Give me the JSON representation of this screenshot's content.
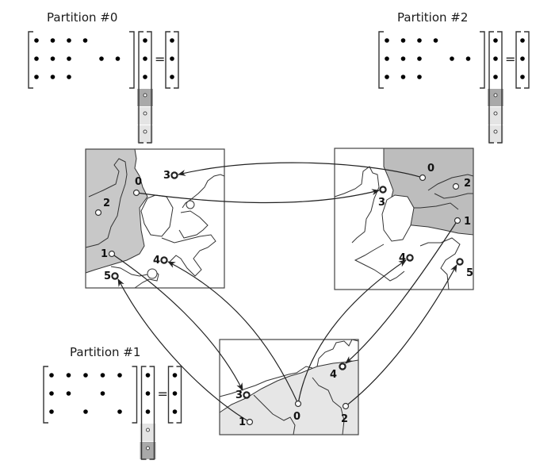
{
  "figure": {
    "description": "Distributed sparse matrix-vector product across three graph/map partitions with ghost-node communication",
    "partitions": [
      {
        "id": 0,
        "title": "Partition #0",
        "matrix_rows": [
          [
            1,
            1,
            1,
            1,
            0,
            0
          ],
          [
            1,
            1,
            1,
            0,
            1,
            1
          ],
          [
            1,
            1,
            1,
            0,
            0,
            0
          ]
        ],
        "vector_owned": 3,
        "vector_ghost": 3,
        "ghost_shades": [
          "dark",
          "light",
          "light"
        ],
        "result_len": 3,
        "equals": "=",
        "map": {
          "nodes": [
            {
              "label": "0",
              "type": "owned"
            },
            {
              "label": "1",
              "type": "owned"
            },
            {
              "label": "2",
              "type": "owned"
            },
            {
              "label": "3",
              "type": "ghost"
            },
            {
              "label": "4",
              "type": "ghost"
            },
            {
              "label": "5",
              "type": "ghost"
            }
          ]
        }
      },
      {
        "id": 1,
        "title": "Partition #1",
        "matrix_rows": [
          [
            1,
            1,
            1,
            1,
            1
          ],
          [
            1,
            1,
            0,
            1,
            0
          ],
          [
            1,
            0,
            1,
            0,
            1
          ]
        ],
        "vector_owned": 3,
        "vector_ghost": 2,
        "ghost_shades": [
          "light",
          "dark"
        ],
        "result_len": 3,
        "equals": "=",
        "map": {
          "nodes": [
            {
              "label": "0",
              "type": "owned"
            },
            {
              "label": "1",
              "type": "owned"
            },
            {
              "label": "2",
              "type": "owned"
            },
            {
              "label": "3",
              "type": "ghost"
            },
            {
              "label": "4",
              "type": "ghost"
            }
          ]
        }
      },
      {
        "id": 2,
        "title": "Partition #2",
        "matrix_rows": [
          [
            1,
            1,
            1,
            1,
            0,
            0
          ],
          [
            1,
            1,
            1,
            0,
            1,
            1
          ],
          [
            1,
            1,
            1,
            0,
            0,
            0
          ]
        ],
        "vector_owned": 3,
        "vector_ghost": 3,
        "ghost_shades": [
          "dark",
          "light",
          "light"
        ],
        "result_len": 3,
        "equals": "=",
        "map": {
          "nodes": [
            {
              "label": "0",
              "type": "owned"
            },
            {
              "label": "1",
              "type": "owned"
            },
            {
              "label": "2",
              "type": "owned"
            },
            {
              "label": "3",
              "type": "ghost"
            },
            {
              "label": "4",
              "type": "ghost"
            },
            {
              "label": "5",
              "type": "ghost"
            }
          ]
        }
      }
    ],
    "communications": [
      {
        "from": "P2.0",
        "to": "P0.3"
      },
      {
        "from": "P0.0",
        "to": "P2.3"
      },
      {
        "from": "P0.1",
        "to": "P1.3"
      },
      {
        "from": "P1.1",
        "to": "P0.5"
      },
      {
        "from": "P1.0",
        "to": "P0.4"
      },
      {
        "from": "P1.0",
        "to": "P2.4"
      },
      {
        "from": "P2.1",
        "to": "P1.4"
      },
      {
        "from": "P1.2",
        "to": "P2.5"
      }
    ],
    "colors": {
      "owned_region": "#c8c8c8",
      "owned_region_p1": "#e6e6e6",
      "ghost_dark": "#a9a9a9",
      "ghost_light": "#e4e4e4",
      "ink": "#222222"
    }
  }
}
